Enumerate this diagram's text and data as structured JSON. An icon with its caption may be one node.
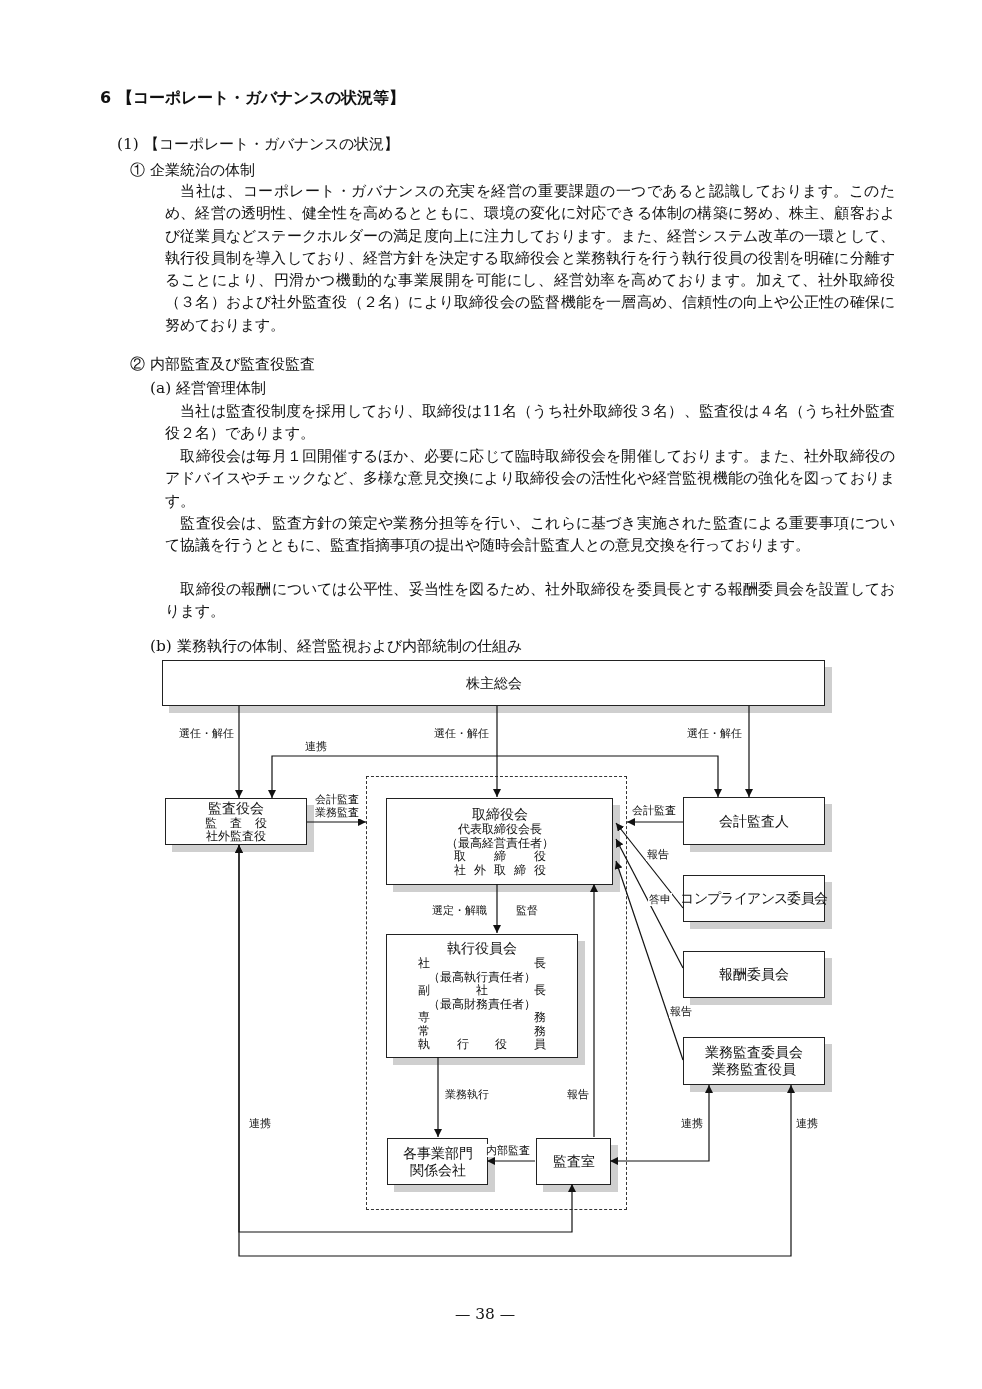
{
  "diagram": {
    "title": "6 【コーポレート・ガバナンスの状況等】",
    "nodes": [
      {
        "text": [
          "株主総会"
        ]
      },
      {
        "text": [],
        "shape": "box"
      },
      {
        "text": [
          "監査役会",
          "監査役",
          "社外監査役"
        ]
      },
      {
        "text": [
          "取締役会",
          "代表取締役会長",
          "（最高経営責任者）",
          "取締役",
          "社外取締役"
        ],
        "in": 1
      },
      {
        "text": [
          "会計監査人"
        ]
      },
      {
        "text": [
          "コンプライアンス委員会"
        ]
      },
      {
        "text": [
          "執行役員会",
          "社長",
          "（最高執行責任者）",
          "副社長",
          "（最高財務責任者）",
          "専務",
          "常務",
          "執行役員"
        ],
        "in": 1
      },
      {
        "text": [
          "報酬委員会"
        ]
      },
      {
        "text": [
          "業務監査委員会",
          "業務監査役員"
        ]
      },
      {
        "text": [
          "各事業部門",
          "関係会社"
        ],
        "in": 1
      },
      {
        "text": [
          "監査室"
        ],
        "in": 1
      }
    ],
    "edges": [
      {
        "from": 0,
        "to": 2,
        "arrow": "to",
        "label": "選任・解任"
      },
      {
        "from": 0,
        "to": 3,
        "arrow": "to",
        "label": "選任・解任"
      },
      {
        "from": 0,
        "to": 4,
        "arrow": "to",
        "label": "選任・解任"
      },
      {
        "from": 2,
        "to": 4,
        "arrow": "both",
        "label": "連携"
      },
      {
        "from": 2,
        "to": 1,
        "arrow": "to",
        "label": "会計監査業務監査"
      },
      {
        "from": 4,
        "to": 1,
        "arrow": "to",
        "label": "会計監査"
      },
      {
        "from": 5,
        "to": 3,
        "arrow": "to",
        "label": "報告"
      },
      {
        "from": 7,
        "to": 3,
        "arrow": "to",
        "label": "答申"
      },
      {
        "from": 8,
        "to": 3,
        "arrow": "to",
        "label": "報告"
      },
      {
        "from": 3,
        "to": 6,
        "arrow": "to",
        "label": "選定・解職"
      },
      {
        "from": 6,
        "to": 9,
        "arrow": "to",
        "label": "業務執行"
      },
      {
        "from": 10,
        "to": 3,
        "arrow": "to",
        "label": "報告"
      },
      {
        "from": 10,
        "to": 9,
        "arrow": "to",
        "label": "内部監査"
      },
      {
        "from": 8,
        "to": 10,
        "arrow": "both",
        "label": "連携"
      },
      {
        "from": 2,
        "to": 10,
        "arrow": "both",
        "label": "連携"
      },
      {
        "from": 2,
        "to": 8,
        "arrow": "both",
        "label": "連携"
      }
    ],
    "labels": [
      "(1) 【コーポレート・ガバナンスの状況】",
      "① 企業統治の体制",
      "当社は、コーポレート・ガバナンスの充実を経営の重要課題の一つであると認識しております。このため、経営の透明性、健全性を高めるとともに、環境の変化に対応できる体制の構築に努め、株主、顧客および従業員などステークホルダーの満足度向上に注力しております。また、経営システム改革の一環として、執行役員制を導入しており、経営方針を決定する取締役会と業務執行を行う執行役員の役割を明確に分離することにより、円滑かつ機動的な事業展開を可能にし、経営効率を高めております。加えて、社外取締役（３名）および社外監査役（２名）により取締役会の監督機能を一層高め、信頼性の向上や公正性の確保に努めております。",
      "② 内部監査及び監査役監査",
      "(a) 経営管理体制",
      "当社は監査役制度を採用しており、取締役は11名（うち社外取締役３名）、監査役は４名（うち社外監査役２名）であります。",
      "取締役会は毎月１回開催するほか、必要に応じて臨時取締役会を開催しております。また、社外取締役のアドバイスやチェックなど、多様な意見交換により取締役会の活性化や経営監視機能の強化を図っております。",
      "監査役会は、監査方針の策定や業務分担等を行い、これらに基づき実施された監査による重要事項について協議を行うとともに、監査指摘事項の提出や随時会計監査人との意見交換を行っております。",
      "取締役の報酬については公平性、妥当性を図るため、社外取締役を委員長とする報酬委員会を設置しております。",
      "(b) 業務執行の体制、経営監視および内部統制の仕組み",
      "監督",
      "— 38 —"
    ]
  }
}
